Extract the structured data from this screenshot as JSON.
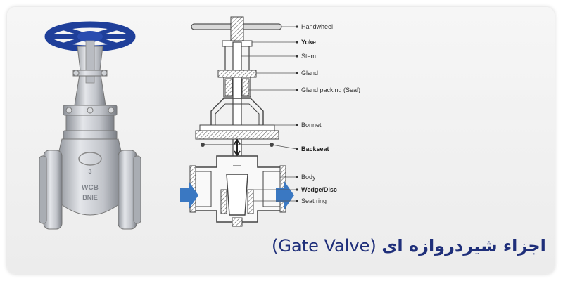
{
  "labels": [
    {
      "id": "handwheel",
      "text": "Handwheel",
      "bold": false
    },
    {
      "id": "yoke",
      "text": "Yoke",
      "bold": true
    },
    {
      "id": "stem",
      "text": "Stem",
      "bold": false
    },
    {
      "id": "gland",
      "text": "Gland",
      "bold": false
    },
    {
      "id": "gland-packing",
      "text": "Gland packing (Seal)",
      "bold": false
    },
    {
      "id": "bonnet",
      "text": "Bonnet",
      "bold": false
    },
    {
      "id": "backseat",
      "text": "Backseat",
      "bold": true
    },
    {
      "id": "body",
      "text": "Body",
      "bold": false
    },
    {
      "id": "wedge-disc",
      "text": "Wedge/Disc",
      "bold": true
    },
    {
      "id": "seat-ring",
      "text": "Seat ring",
      "bold": false
    }
  ],
  "title": {
    "english": "(Gate Valve)",
    "persian": "اجزاء شیردروازه ای"
  },
  "valve_body_markings": [
    "3",
    "WCB",
    "BNIE"
  ],
  "colors": {
    "handwheel": "#1f3f9a",
    "flow_arrow": "#3a78c2",
    "title": "#1f2f7a",
    "metal": "#c9ccd1"
  }
}
